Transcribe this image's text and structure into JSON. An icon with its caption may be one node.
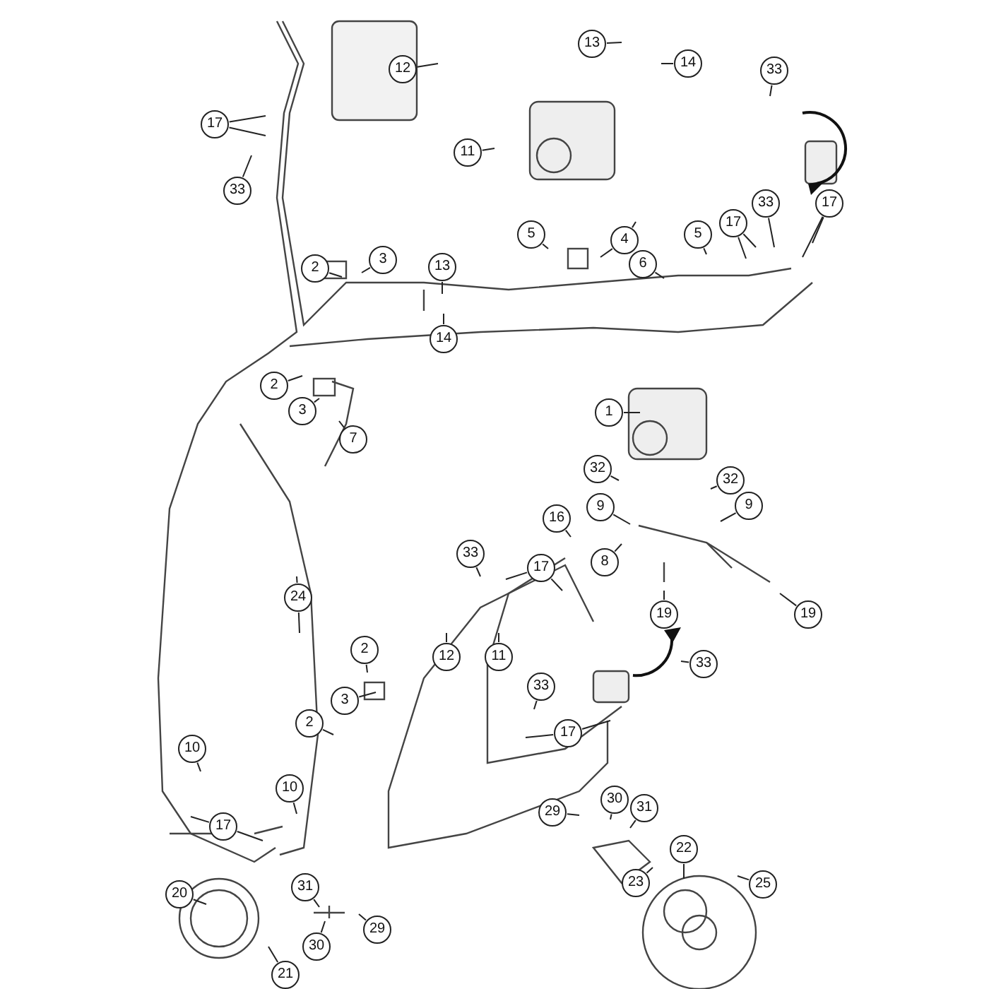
{
  "diagram": {
    "nodes": [
      {
        "text": [
          "17"
        ]
      },
      {
        "text": [
          "33"
        ]
      },
      {
        "text": [
          "12"
        ]
      },
      {
        "text": [
          "13"
        ]
      },
      {
        "text": [
          "14"
        ]
      },
      {
        "text": [
          "11"
        ]
      },
      {
        "text": [
          "33"
        ]
      },
      {
        "text": [
          "17"
        ]
      },
      {
        "text": [
          "33"
        ]
      },
      {
        "text": [
          "17"
        ]
      },
      {
        "text": [
          "5"
        ]
      },
      {
        "text": [
          "4"
        ]
      },
      {
        "text": [
          "6"
        ]
      },
      {
        "text": [
          "5"
        ]
      },
      {
        "text": [
          "2"
        ]
      },
      {
        "text": [
          "3"
        ]
      },
      {
        "text": [
          "13"
        ]
      },
      {
        "text": [
          "14"
        ]
      },
      {
        "text": [
          "2"
        ]
      },
      {
        "text": [
          "3"
        ]
      },
      {
        "text": [
          "7"
        ]
      },
      {
        "text": [
          "1"
        ]
      },
      {
        "text": [
          "32"
        ]
      },
      {
        "text": [
          "32"
        ]
      },
      {
        "text": [
          "9"
        ]
      },
      {
        "text": [
          "9"
        ]
      },
      {
        "text": [
          "16"
        ]
      },
      {
        "text": [
          "8"
        ]
      },
      {
        "text": [
          "19"
        ]
      },
      {
        "text": [
          "19"
        ]
      },
      {
        "text": [
          "33"
        ]
      },
      {
        "text": [
          "17"
        ]
      },
      {
        "text": [
          "24"
        ]
      },
      {
        "text": [
          "12"
        ]
      },
      {
        "text": [
          "11"
        ]
      },
      {
        "text": [
          "2"
        ]
      },
      {
        "text": [
          "3"
        ]
      },
      {
        "text": [
          "2"
        ]
      },
      {
        "text": [
          "33"
        ]
      },
      {
        "text": [
          "17"
        ]
      },
      {
        "text": [
          "33"
        ]
      },
      {
        "text": [
          "10"
        ]
      },
      {
        "text": [
          "10"
        ]
      },
      {
        "text": [
          "17"
        ]
      },
      {
        "text": [
          "29"
        ]
      },
      {
        "text": [
          "30"
        ]
      },
      {
        "text": [
          "31"
        ]
      },
      {
        "text": [
          "22"
        ]
      },
      {
        "text": [
          "23"
        ]
      },
      {
        "text": [
          "25"
        ]
      },
      {
        "text": [
          "20"
        ]
      },
      {
        "text": [
          "31"
        ]
      },
      {
        "text": [
          "30"
        ]
      },
      {
        "text": [
          "29"
        ]
      },
      {
        "text": [
          "21"
        ]
      }
    ],
    "edges": [
      {
        "from": 0,
        "to": null,
        "arrow": "none"
      },
      {
        "from": 0,
        "to": null,
        "arrow": "none"
      },
      {
        "from": 1,
        "to": null,
        "arrow": "none"
      },
      {
        "from": 2,
        "to": null,
        "arrow": "none"
      },
      {
        "from": 3,
        "to": null,
        "arrow": "none"
      },
      {
        "from": 4,
        "to": null,
        "arrow": "none"
      },
      {
        "from": 5,
        "to": null,
        "arrow": "none"
      },
      {
        "from": 6,
        "to": null,
        "arrow": "none"
      },
      {
        "from": 7,
        "to": null,
        "arrow": "none"
      },
      {
        "from": 7,
        "to": null,
        "arrow": "none"
      },
      {
        "from": 8,
        "to": null,
        "arrow": "none"
      },
      {
        "from": 9,
        "to": null,
        "arrow": "none"
      },
      {
        "from": 9,
        "to": null,
        "arrow": "none"
      },
      {
        "from": 10,
        "to": null,
        "arrow": "none"
      },
      {
        "from": 11,
        "to": null,
        "arrow": "none"
      },
      {
        "from": 11,
        "to": null,
        "arrow": "none"
      },
      {
        "from": 12,
        "to": null,
        "arrow": "none"
      },
      {
        "from": 13,
        "to": null,
        "arrow": "none"
      },
      {
        "from": 14,
        "to": null,
        "arrow": "none"
      },
      {
        "from": 15,
        "to": null,
        "arrow": "none"
      },
      {
        "from": 16,
        "to": null,
        "arrow": "none"
      },
      {
        "from": 17,
        "to": null,
        "arrow": "none"
      },
      {
        "from": 18,
        "to": null,
        "arrow": "none"
      },
      {
        "from": 19,
        "to": null,
        "arrow": "none"
      },
      {
        "from": 20,
        "to": null,
        "arrow": "none"
      },
      {
        "from": 21,
        "to": null,
        "arrow": "none"
      },
      {
        "from": 22,
        "to": null,
        "arrow": "none"
      },
      {
        "from": 23,
        "to": null,
        "arrow": "none"
      },
      {
        "from": 24,
        "to": null,
        "arrow": "none"
      },
      {
        "from": 25,
        "to": null,
        "arrow": "none"
      },
      {
        "from": 26,
        "to": null,
        "arrow": "none"
      },
      {
        "from": 27,
        "to": null,
        "arrow": "none"
      },
      {
        "from": 28,
        "to": null,
        "arrow": "none"
      },
      {
        "from": 29,
        "to": null,
        "arrow": "none"
      },
      {
        "from": 30,
        "to": null,
        "arrow": "none"
      },
      {
        "from": 31,
        "to": null,
        "arrow": "none"
      },
      {
        "from": 31,
        "to": null,
        "arrow": "none"
      },
      {
        "from": 32,
        "to": null,
        "arrow": "none"
      },
      {
        "from": 32,
        "to": null,
        "arrow": "none"
      },
      {
        "from": 33,
        "to": null,
        "arrow": "none"
      },
      {
        "from": 34,
        "to": null,
        "arrow": "none"
      },
      {
        "from": 35,
        "to": null,
        "arrow": "none"
      },
      {
        "from": 36,
        "to": null,
        "arrow": "none"
      },
      {
        "from": 37,
        "to": null,
        "arrow": "none"
      },
      {
        "from": 38,
        "to": null,
        "arrow": "none"
      },
      {
        "from": 39,
        "to": null,
        "arrow": "none"
      },
      {
        "from": 39,
        "to": null,
        "arrow": "none"
      },
      {
        "from": 40,
        "to": null,
        "arrow": "none"
      },
      {
        "from": 41,
        "to": null,
        "arrow": "none"
      },
      {
        "from": 42,
        "to": null,
        "arrow": "none"
      },
      {
        "from": 43,
        "to": null,
        "arrow": "none"
      },
      {
        "from": 43,
        "to": null,
        "arrow": "none"
      },
      {
        "from": 44,
        "to": null,
        "arrow": "none"
      },
      {
        "from": 45,
        "to": null,
        "arrow": "none"
      },
      {
        "from": 46,
        "to": null,
        "arrow": "none"
      },
      {
        "from": 47,
        "to": null,
        "arrow": "none"
      },
      {
        "from": 48,
        "to": null,
        "arrow": "none"
      },
      {
        "from": 49,
        "to": null,
        "arrow": "none"
      },
      {
        "from": 50,
        "to": null,
        "arrow": "none"
      },
      {
        "from": 51,
        "to": null,
        "arrow": "none"
      },
      {
        "from": 52,
        "to": null,
        "arrow": "none"
      },
      {
        "from": 53,
        "to": null,
        "arrow": "none"
      },
      {
        "from": 54,
        "to": null,
        "arrow": "none"
      }
    ]
  }
}
